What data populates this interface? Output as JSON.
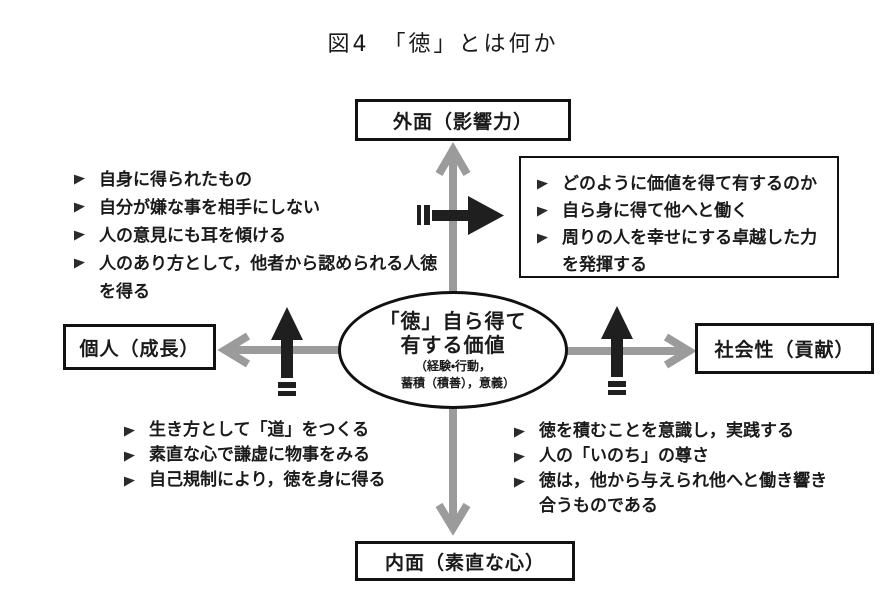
{
  "figure": {
    "title": "図4　「徳」とは何か"
  },
  "axes": {
    "top_label": "外面（影響力）",
    "bottom_label": "内面（素直な心）",
    "left_label": "個人（成長）",
    "right_label": "社会性（貢献）"
  },
  "center": {
    "line1": "「徳」自ら得て",
    "line2": "有する価値",
    "sub1": "（経験・行動，",
    "sub2": "蓄積（積善），意義）"
  },
  "quadrants": {
    "upper_left": {
      "items": [
        "自身に得られたもの",
        "自分が嫌な事を相手にしない",
        "人の意見にも耳を傾ける",
        "人のあり方として，他者から認められる人徳を得る"
      ]
    },
    "upper_right": {
      "items": [
        "どのように価値を得て有するのか",
        "自ら身に得て他へと働く",
        "周りの人を幸せにする卓越した力を発揮する"
      ]
    },
    "lower_left": {
      "items": [
        "生き方として「道」をつくる",
        "素直な心で謙虚に物事をみる",
        "自己規制により，徳を身に得る"
      ]
    },
    "lower_right": {
      "items": [
        "徳を積むことを意識し，実践する",
        "人の「いのち」の尊さ",
        "徳は，他から与えられ他へと働き響き合うものである"
      ]
    }
  },
  "icons": {
    "bullet_glyph": "➢",
    "gray_axis_arrows": [
      "up",
      "down",
      "left",
      "right"
    ],
    "black_emphasis_arrows": [
      "right-toward-upper-right-box",
      "up-on-left-axis",
      "up-on-right-axis"
    ]
  },
  "colors": {
    "ink": "#1a1a1a",
    "box_border": "#111111",
    "arrow_gray": "#9b9b9b",
    "arrow_black": "#1f1f1f",
    "background": "#ffffff"
  }
}
